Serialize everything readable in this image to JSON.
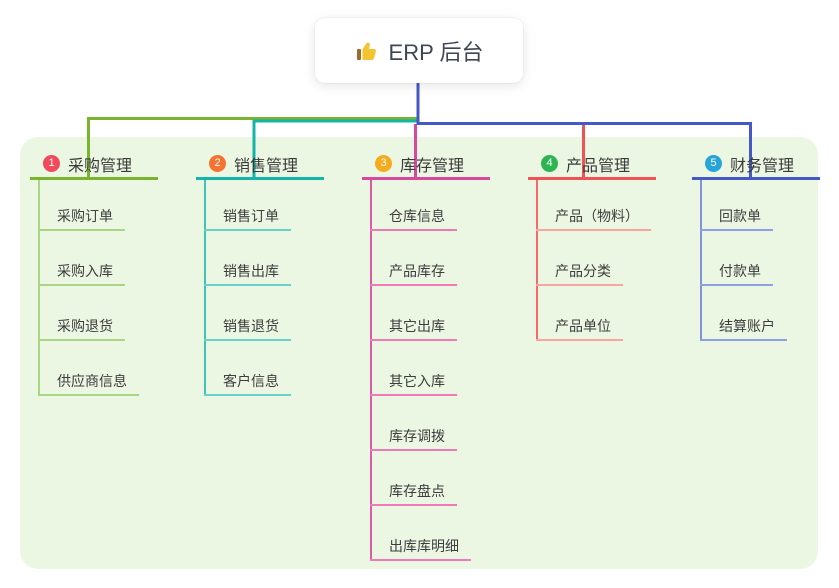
{
  "title": {
    "text": "ERP 后台",
    "icon": "thumbs-up-icon"
  },
  "colors": {
    "canvas_bg": "#ffffff",
    "panel_bg": "#ecf7e3",
    "title_text": "#3e4654",
    "node_text": "#3d3d3d"
  },
  "branches": [
    {
      "num": "1",
      "label": "采购管理",
      "color": "#78b42d",
      "trunk": "#a9d584",
      "child_line": "#a9d584",
      "badge": "#f2495c",
      "children": [
        "采购订单",
        "采购入库",
        "采购退货",
        "供应商信息"
      ]
    },
    {
      "num": "2",
      "label": "销售管理",
      "color": "#12b5a8",
      "trunk": "#3cc5b9",
      "child_line": "#66d2c9",
      "badge": "#f77231",
      "children": [
        "销售订单",
        "销售出库",
        "销售退货",
        "客户信息"
      ]
    },
    {
      "num": "3",
      "label": "库存管理",
      "color": "#d8489d",
      "trunk": "#dd5aa7",
      "child_line": "#f07ab8",
      "badge": "#f5ab1d",
      "children": [
        "仓库信息",
        "产品库存",
        "其它出库",
        "其它入库",
        "库存调拨",
        "库存盘点",
        "出库库明细"
      ]
    },
    {
      "num": "4",
      "label": "产品管理",
      "color": "#f25254",
      "trunk": "#f4696b",
      "child_line": "#f8a5a2",
      "badge": "#2eb553",
      "children": [
        "产品（物料）",
        "产品分类",
        "产品单位"
      ]
    },
    {
      "num": "5",
      "label": "财务管理",
      "color": "#4459c7",
      "trunk": "#7d95db",
      "child_line": "#8da1e2",
      "badge": "#27a5da",
      "children": [
        "回款单",
        "付款单",
        "结算账户"
      ]
    }
  ]
}
